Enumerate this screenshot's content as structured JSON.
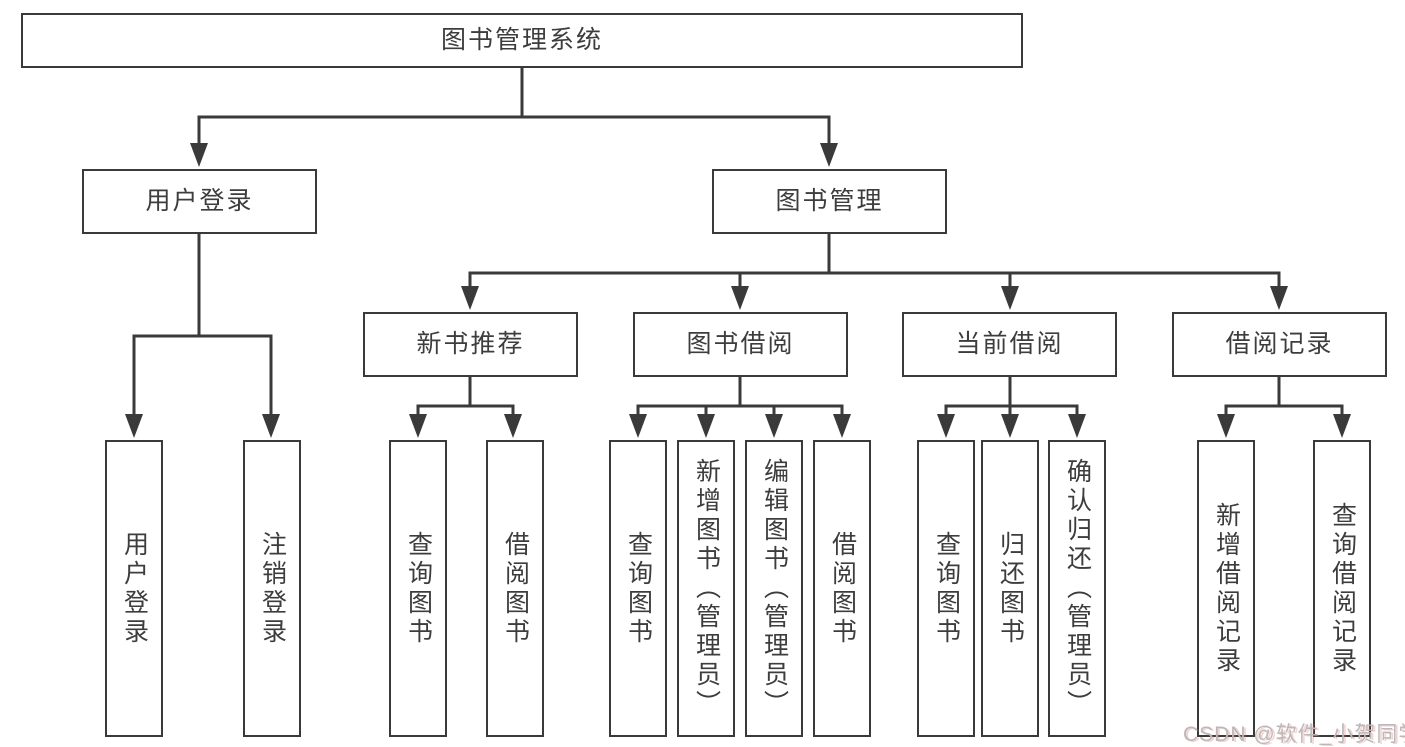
{
  "diagram_type": "hierarchy-tree",
  "nodes": {
    "root": "图书管理系统",
    "user_login": "用户登录",
    "book_mgmt": "图书管理",
    "new_books": "新书推荐",
    "book_borrow": "图书借阅",
    "current_borrow": "当前借阅",
    "borrow_records": "借阅记录"
  },
  "leaves": {
    "user_login": [
      "用户登录",
      "注销登录"
    ],
    "new_books": [
      "查询图书",
      "借阅图书"
    ],
    "book_borrow": [
      "查询图书",
      "新增图书（管理员）",
      "编辑图书（管理员）",
      "借阅图书"
    ],
    "current_borrow": [
      "查询图书",
      "归还图书",
      "确认归还（管理员）"
    ],
    "borrow_records": [
      "新增借阅记录",
      "查询借阅记录"
    ]
  },
  "watermark": "CSDN @软件_小贺同学",
  "colors": {
    "line": "#3a3a3a",
    "text": "#3d3d3d",
    "box_background": "#ffffff",
    "watermark": "#b9b9b9"
  }
}
